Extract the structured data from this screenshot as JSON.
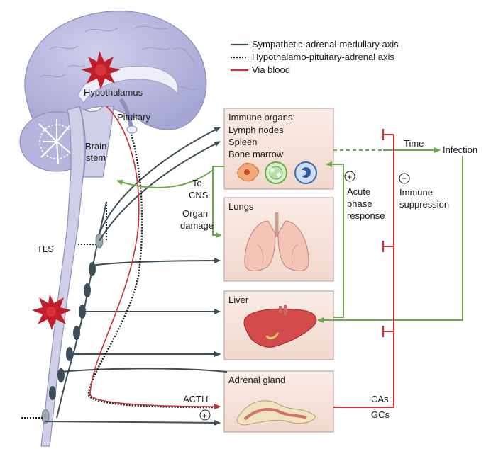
{
  "legend": {
    "items": [
      {
        "label": "Sympathetic-adrenal-medullary axis",
        "style": "solid-dark",
        "color": "#3e4e58"
      },
      {
        "label": "Hypothalamo-pituitary-adrenal axis",
        "style": "dotted-dark",
        "color": "#1a1a1a"
      },
      {
        "label": "Via blood",
        "style": "solid-red",
        "color": "#c8323a"
      }
    ]
  },
  "brain": {
    "hypothalamus": "Hypothalamus",
    "pituitary": "Pituitary",
    "brain_stem_line1": "Brain",
    "brain_stem_line2": "stem",
    "tls": "TLS"
  },
  "organs": {
    "immune": {
      "title": "Immune organs:",
      "line1": "Lymph nodes",
      "line2": "Spleen",
      "line3": "Bone marrow"
    },
    "lungs": {
      "title": "Lungs"
    },
    "liver": {
      "title": "Liver"
    },
    "adrenal": {
      "title": "Adrenal gland"
    }
  },
  "labels": {
    "to_cns_1": "To",
    "to_cns_2": "CNS",
    "organ_damage_1": "Organ",
    "organ_damage_2": "damage",
    "acth": "ACTH",
    "plus": "+",
    "minus": "−",
    "acute_1": "Acute",
    "acute_2": "phase",
    "acute_3": "response",
    "time": "Time",
    "infection": "Infection",
    "immune_supp_1": "Immune",
    "immune_supp_2": "suppression",
    "cas": "CAs",
    "gcs": "GCs"
  },
  "colors": {
    "sympathetic": "#3e4e58",
    "hpa": "#1a1a1a",
    "blood": "#c8323a",
    "green": "#6aaa4c",
    "brain_fill": "#b9b9de",
    "organ_box": "#f6e4dc",
    "organ_pink": "#f4c4b8",
    "liver": "#d24a4a",
    "burst": "#c01f2a"
  }
}
